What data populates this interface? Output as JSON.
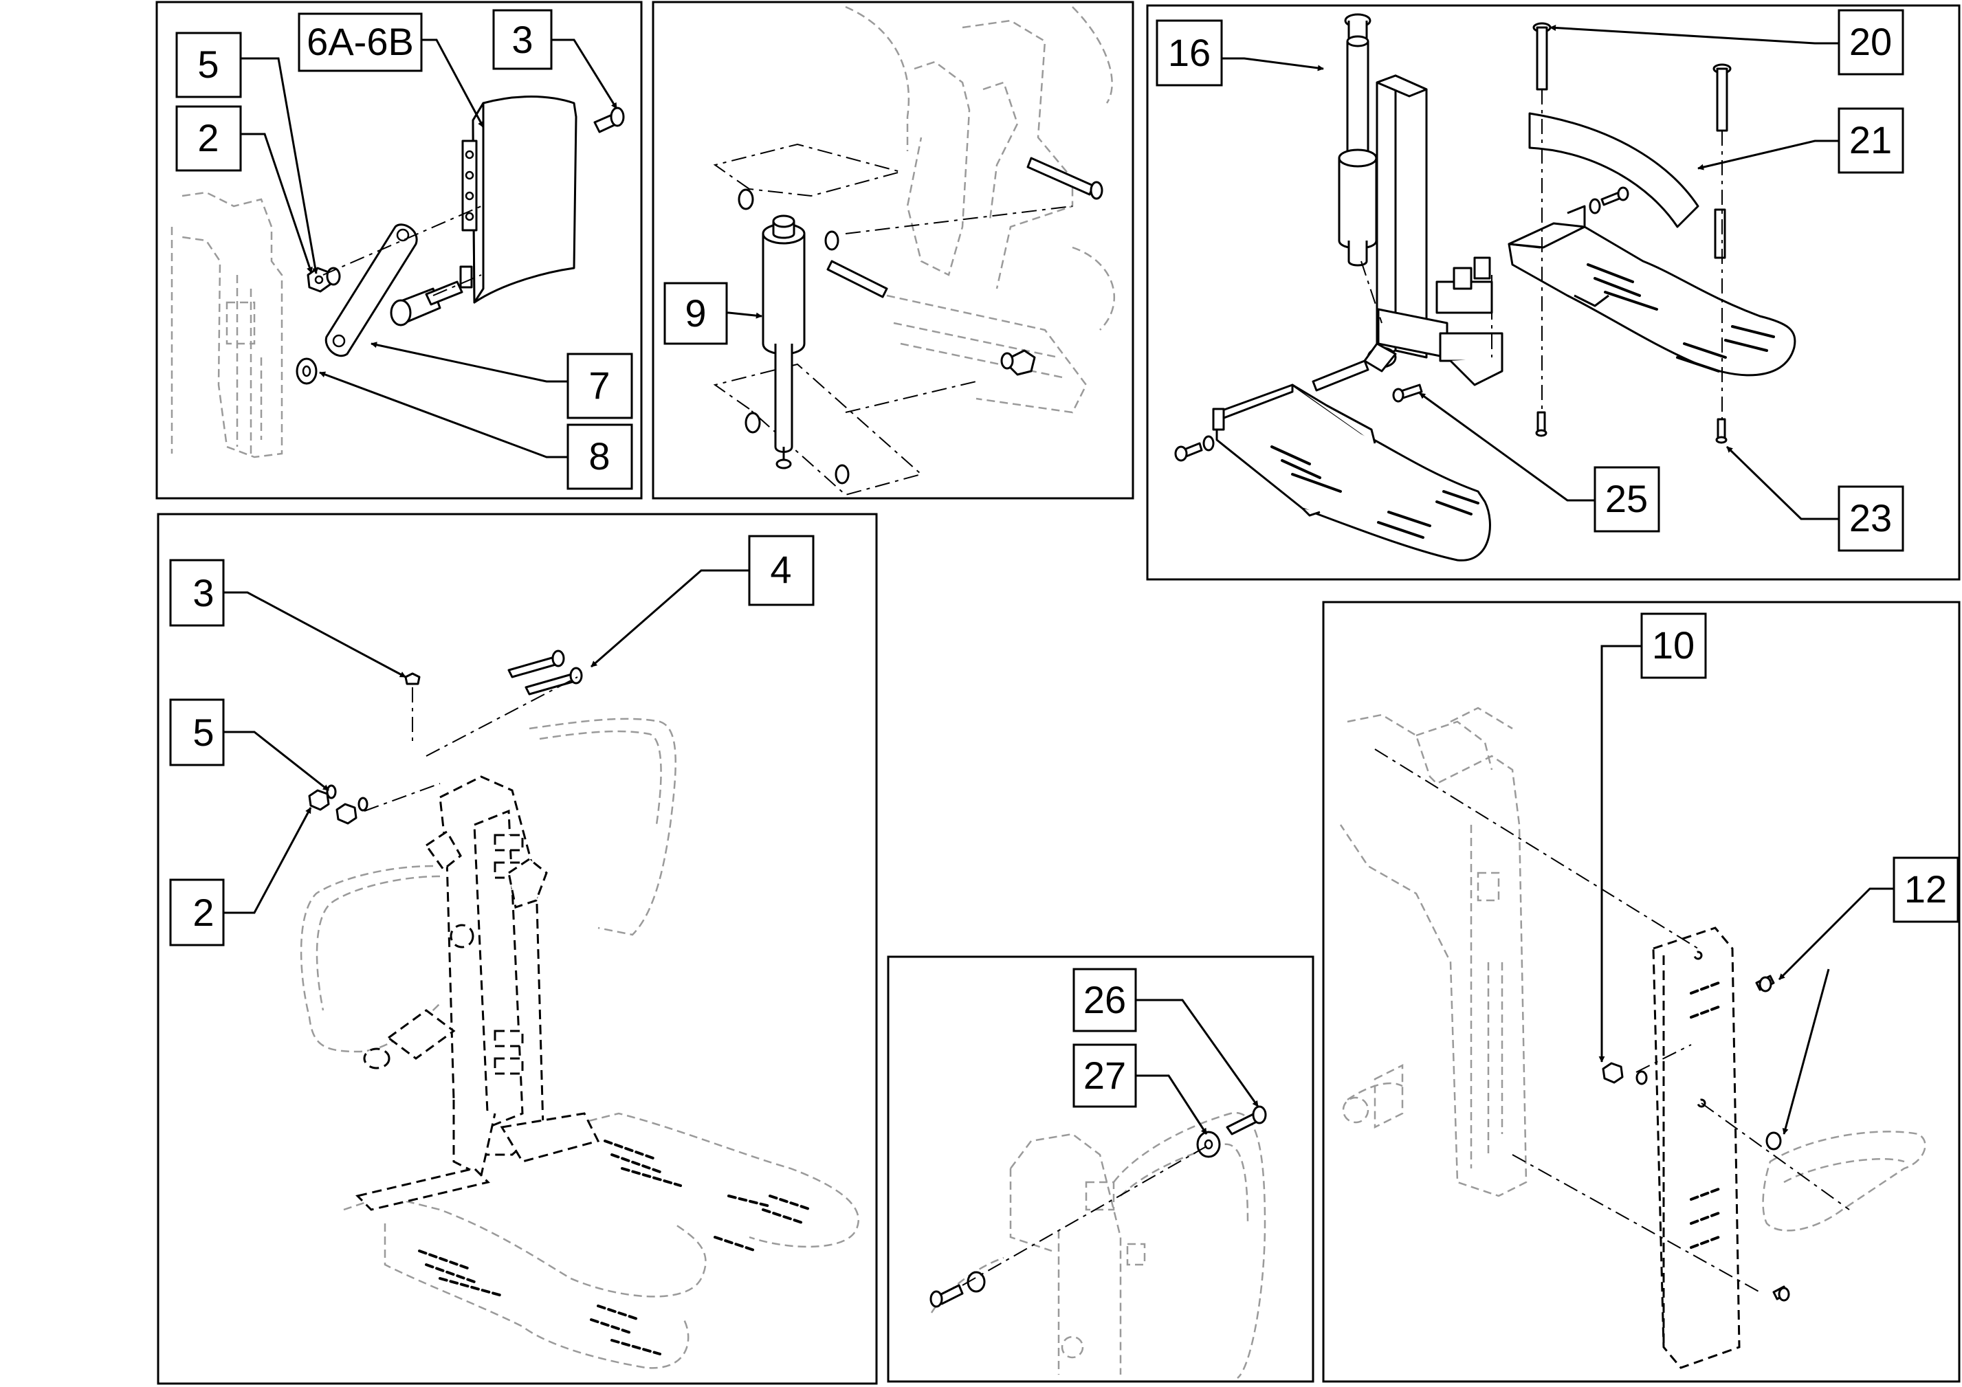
{
  "callouts": {
    "c5a": "5",
    "c2a": "2",
    "c6": "6A-6B",
    "c3a": "3",
    "c7": "7",
    "c8": "8",
    "c9": "9",
    "c16": "16",
    "c20": "20",
    "c21": "21",
    "c25": "25",
    "c23": "23",
    "c3b": "3",
    "c4": "4",
    "c5b": "5",
    "c2b": "2",
    "c26": "26",
    "c27": "27",
    "c10": "10",
    "c12": "12"
  },
  "colors": {
    "line": "#000000",
    "ghost": "#9a9a9a",
    "background": "#ffffff"
  }
}
